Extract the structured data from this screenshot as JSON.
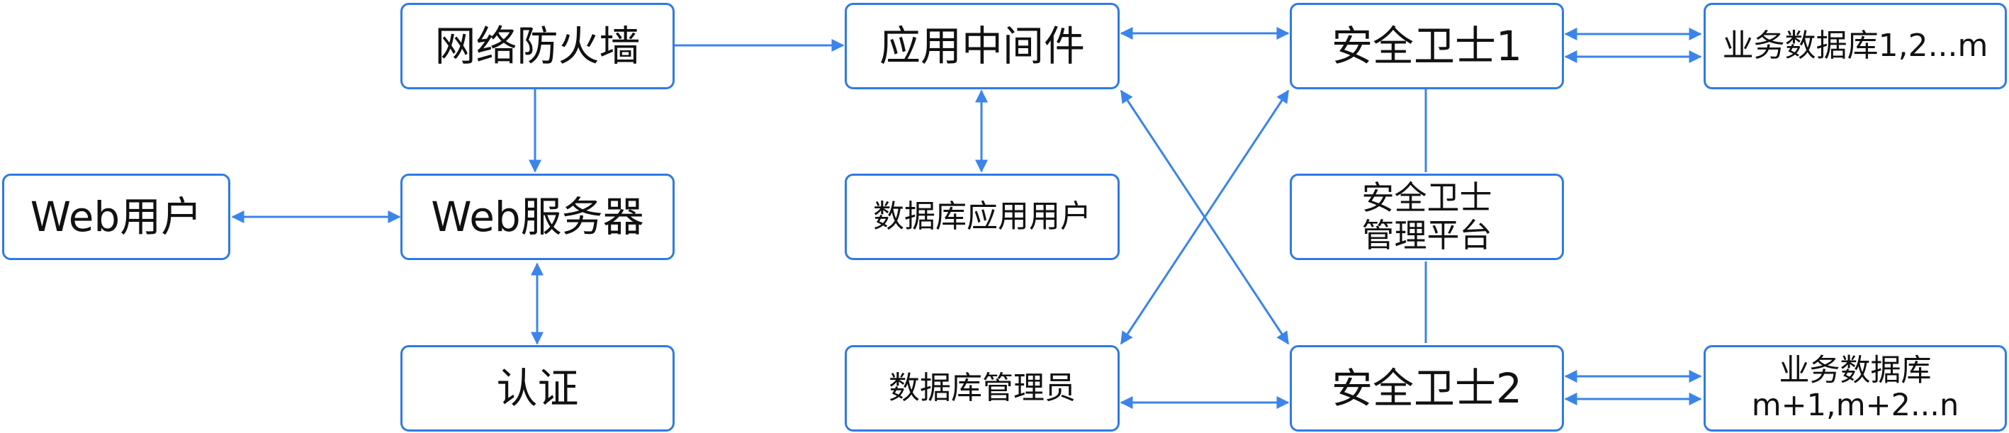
{
  "nodes": {
    "firewall": "网络防火墙",
    "middleware": "应用中间件",
    "guard1": "安全卫士1",
    "biz_db_1": "业务数据库1,2...m",
    "web_user": "Web用户",
    "web_server": "Web服务器",
    "db_app_user": "数据库应用用户",
    "guard_mgmt_line1": "安全卫士",
    "guard_mgmt_line2": "管理平台",
    "auth": "认证",
    "db_admin": "数据库管理员",
    "guard2": "安全卫士2",
    "biz_db_2_line1": "业务数据库",
    "biz_db_2_line2": "m+1,m+2...n"
  },
  "colors": {
    "border": "#2f7ae5",
    "arrow": "#3b84ea",
    "text": "#111111"
  }
}
